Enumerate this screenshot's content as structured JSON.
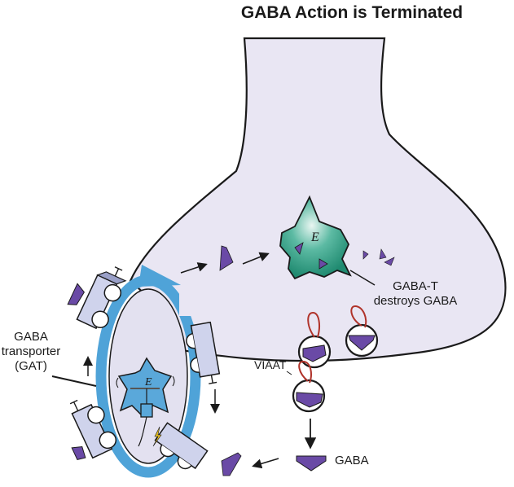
{
  "title": "GABA Action is Terminated",
  "labels": {
    "gat_line1": "GABA",
    "gat_line2": "transporter",
    "gat_line3": "(GAT)",
    "gabat_line1": "GABA-T",
    "gabat_line2": "destroys GABA",
    "viaat": "VIAAT",
    "gaba": "GABA",
    "enzyme_letter": "E"
  },
  "colors": {
    "neuron_fill": "#e9e6f3",
    "outline": "#1a1a1a",
    "gaba_purple": "#6a4aa6",
    "cycle_blue": "#4fa3d8",
    "enzyme_teal": "#2f9e86",
    "transporter_fill": "#cfd3ec",
    "viaat_red": "#b0332a"
  }
}
